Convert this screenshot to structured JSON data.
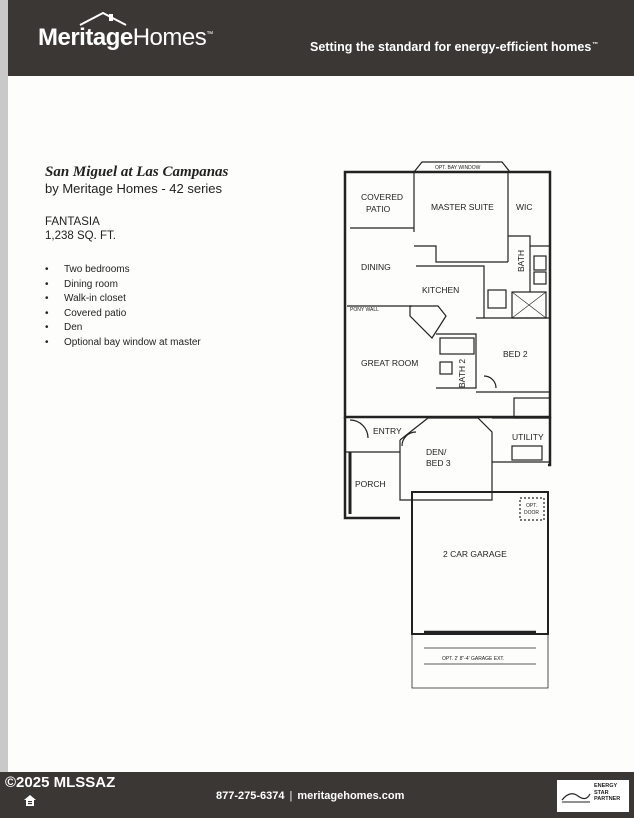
{
  "header": {
    "logo_bold": "Meritage",
    "logo_light": "Homes",
    "logo_tm": "™",
    "tagline": "Setting the standard for energy-efficient homes",
    "tagline_tm": "™"
  },
  "listing": {
    "title": "San Miguel at Las Campanas",
    "subtitle": "by Meritage Homes - 42 series",
    "plan_name": "FANTASIA",
    "sqft": "1,238 SQ. FT.",
    "features": [
      "Two bedrooms",
      "Dining room",
      "Walk-in closet",
      "Covered patio",
      "Den",
      "Optional bay window at master"
    ]
  },
  "floorplan": {
    "opt_bay_window": "OPT. BAY WINDOW",
    "covered_patio_1": "COVERED",
    "covered_patio_2": "PATIO",
    "master_suite": "MASTER SUITE",
    "wic": "WIC",
    "bath": "BATH",
    "dining": "DINING",
    "kitchen": "KITCHEN",
    "pony_wall": "PONY WALL",
    "great_room": "GREAT ROOM",
    "bath_2": "BATH 2",
    "bed_2": "BED 2",
    "entry": "ENTRY",
    "utility": "UTILITY",
    "den_1": "DEN/",
    "den_2": "BED 3",
    "porch": "PORCH",
    "opt_door_1": "OPT.",
    "opt_door_2": "DOOR",
    "garage": "2 CAR GARAGE",
    "garage_ext": "OPT. 2' 8\"-4' GARAGE EXT."
  },
  "footer": {
    "copyright": "©2025 MLSSAZ",
    "phone": "877-275-6374",
    "separator": "|",
    "website": "meritagehomes.com",
    "energy_star_1": "ENERGY",
    "energy_star_2": "STAR",
    "energy_star_3": "PARTNER"
  },
  "icons": {
    "logo": "house-roof-icon",
    "equal_housing": "equal-housing-icon",
    "energy_star": "energy-star-icon"
  }
}
